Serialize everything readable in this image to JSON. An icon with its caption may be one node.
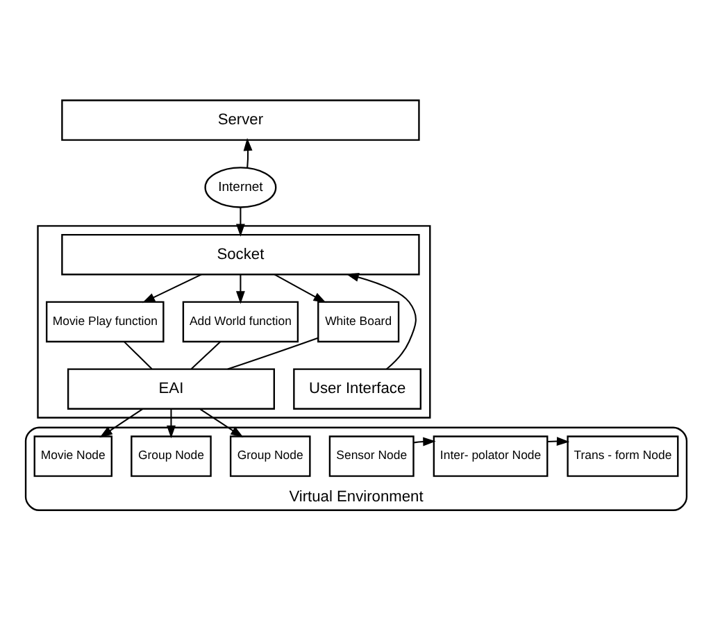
{
  "diagram": {
    "nodes": [
      {
        "text": [
          "Server"
        ]
      },
      {
        "text": [
          "Internet"
        ]
      },
      {
        "text": [],
        "shape": "box"
      },
      {
        "text": [
          "Socket"
        ],
        "in": 2
      },
      {
        "text": [
          "Movie Play function"
        ],
        "in": 2
      },
      {
        "text": [
          "Add World function"
        ],
        "in": 2
      },
      {
        "text": [
          "White Board"
        ],
        "in": 2
      },
      {
        "text": [
          "EAI"
        ],
        "in": 2
      },
      {
        "text": [
          "User Interface"
        ],
        "in": 2
      },
      {
        "text": [
          "Virtual Environment"
        ]
      },
      {
        "text": [
          "Movie Node"
        ],
        "in": 9
      },
      {
        "text": [
          "Group Node"
        ],
        "in": 9
      },
      {
        "text": [
          "Group Node"
        ],
        "in": 9
      },
      {
        "text": [
          "Sensor Node"
        ],
        "in": 9
      },
      {
        "text": [
          "Inter- polator Node"
        ],
        "in": 9
      },
      {
        "text": [
          "Trans - form Node"
        ],
        "in": 9
      }
    ],
    "edges": [
      {
        "from": 1,
        "to": 0,
        "arrow": "to"
      },
      {
        "from": 1,
        "to": 3,
        "arrow": "to"
      },
      {
        "from": 3,
        "to": 4,
        "arrow": "to"
      },
      {
        "from": 3,
        "to": 5,
        "arrow": "to"
      },
      {
        "from": 3,
        "to": 6,
        "arrow": "to"
      },
      {
        "from": 4,
        "to": 7,
        "arrow": "none"
      },
      {
        "from": 5,
        "to": 7,
        "arrow": "none"
      },
      {
        "from": 6,
        "to": 7,
        "arrow": "none"
      },
      {
        "from": 8,
        "to": 3,
        "arrow": "to"
      },
      {
        "from": 7,
        "to": 10,
        "arrow": "to"
      },
      {
        "from": 7,
        "to": 11,
        "arrow": "to"
      },
      {
        "from": 7,
        "to": 12,
        "arrow": "to"
      },
      {
        "from": 13,
        "to": 14,
        "arrow": "to"
      },
      {
        "from": 14,
        "to": 15,
        "arrow": "to"
      }
    ]
  }
}
